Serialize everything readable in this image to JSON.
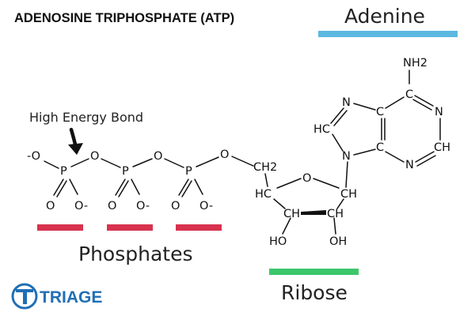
{
  "title": "ADENOSINE TRIPHOSPHATE (ATP)",
  "labels": {
    "adenine": "Adenine",
    "phosphates": "Phosphates",
    "ribose": "Ribose",
    "high_energy_bond": "High Energy Bond"
  },
  "colors": {
    "adenine_bar": "#5bb8e0",
    "phosphate_bar": "#d8324e",
    "ribose_bar": "#3cc76a",
    "logo": "#1f6fb5"
  },
  "phosphate_group": {
    "oxygen_minus": "-O",
    "phosphorus": "P",
    "bridge_oxygen": "O",
    "double_bond_oxygen": "O",
    "oxygen_anion": "O-"
  },
  "ribose": {
    "ch2": "CH2",
    "ring_oxygen": "O",
    "ch": "CH",
    "hc": "HC",
    "oh": "OH",
    "ho": "HO"
  },
  "adenine_atoms": {
    "nh2": "NH2",
    "c": "C",
    "n": "N",
    "hc": "HC",
    "ch": "CH"
  },
  "logo": {
    "text": "TRIAGE",
    "icon": "triage-t-logo-icon"
  },
  "icons": {
    "arrow": "curved-arrow-icon"
  }
}
